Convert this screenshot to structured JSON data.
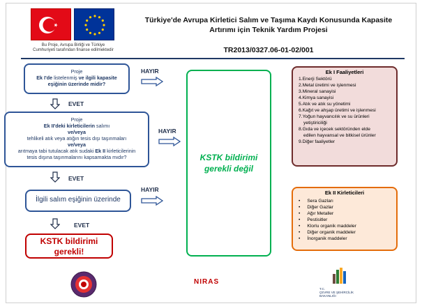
{
  "header": {
    "funded_note_line1": "Bu Proje, Avrupa Birliği ve Türkiye",
    "funded_note_line2": "Cumhuriyeti tarafından finanse edilmektedir",
    "title_line1": "Türkiye'de Avrupa Kirletici Salım ve Taşıma Kaydı Konusunda Kapasite",
    "title_line2": "Artırımı için Teknik Yardım Projesi",
    "project_code": "TR2013/0327.06-01-02/001"
  },
  "flow": {
    "q1": {
      "l1": "Proje",
      "l2a": "Ek I'de",
      "l2b": " listelenmiş ",
      "l2c": "ve ilgili kapasite",
      "l3": "eşiğinin üzerinde midir?"
    },
    "q2": {
      "l1": "Proje",
      "l2a": "Ek II'deki kirleticilerin",
      "l2b": " salımı",
      "l3": "ve/veya",
      "l4": "tehlikeli atık veya atığın tesis dışı taşınmaları",
      "l5": "ve/veya",
      "l6a": "arıtmaya tabi tutulacak atık sudaki ",
      "l6b": "Ek II",
      "l6c": " kirleticilerinin",
      "l7": "tesis dışına taşınmalarını kapsamakta mıdır?"
    },
    "q3": "İlgili salım eşiğinin üzerinde",
    "yes_label": "EVET",
    "no_label": "HAYIR",
    "result_line1": "KSTK bildirimi",
    "result_line2": "gerekli!",
    "not_required_line1": "KSTK bildirimi",
    "not_required_line2": "gerekli değil"
  },
  "ek1": {
    "title": "Ek I Faaliyetleri",
    "items": [
      "1.Enerji Sektörü",
      "2.Metal üretimi ve işlenmesi",
      "3.Mineral sanayisi",
      "4.Kimya sanayisi",
      "5.Atık ve atık su yönetimi",
      "6.Kağıt ve ahşap üretimi ve işlenmesi",
      "7.Yoğun hayvancılık ve su ürünleri",
      "   yetiştiriciliği",
      "8.Gıda ve içecek sektöründen elde",
      "   edilen hayvansal ve bitkisel ürünler",
      "9.Diğer faaliyetler"
    ]
  },
  "ek2": {
    "title": "Ek II Kirleticileri",
    "items": [
      "Sera Gazları",
      "Diğer Gazlar",
      "Ağır Metaller",
      "Pestisitler",
      "Klorlu organik maddeler",
      "Diğer organik maddeler",
      "İnorganik maddeler"
    ]
  },
  "footer": {
    "niras": "NIRAS",
    "bak_line1": "T.C.",
    "bak_line2": "ÇEVRE VE ŞEHİRCİLİK",
    "bak_line3": "BAKANLIĞI"
  },
  "colors": {
    "blue": "#2e5597",
    "green": "#00b050",
    "red": "#c00000",
    "ek1_bg": "#f2dcdb",
    "ek2_bg": "#fde9d9"
  }
}
